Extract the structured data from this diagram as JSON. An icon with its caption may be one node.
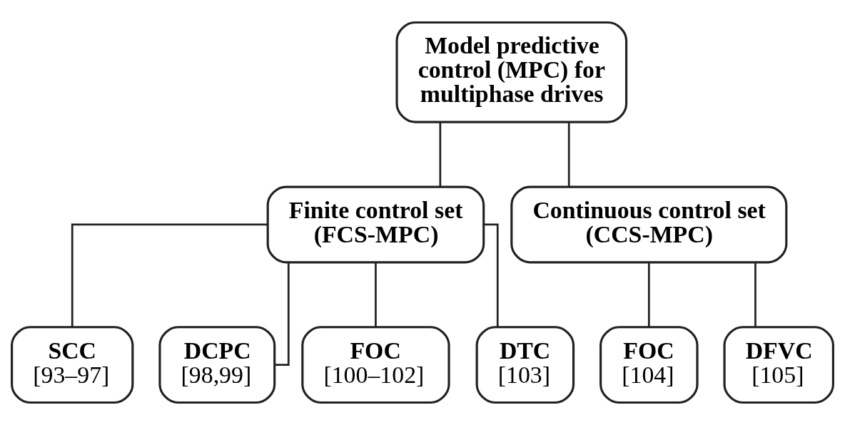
{
  "diagram": {
    "nodes": [
      {
        "text": [
          "Model predictive control (MPC) for multiphase drives"
        ]
      },
      {
        "text": [
          "Finite control set (FCS-MPC)"
        ]
      },
      {
        "text": [
          "Continuous control set (CCS-MPC)"
        ]
      },
      {
        "text": [
          "SCC",
          "[93–97]"
        ]
      },
      {
        "text": [
          "DCPC",
          "[98,99]"
        ]
      },
      {
        "text": [
          "FOC",
          "[100–102]"
        ]
      },
      {
        "text": [
          "DTC",
          "[103]"
        ]
      },
      {
        "text": [
          "FOC",
          "[104]"
        ]
      },
      {
        "text": [
          "DFVC",
          "[105]"
        ]
      }
    ],
    "edges": [
      {
        "from": 0,
        "to": 1,
        "arrow": "none"
      },
      {
        "from": 0,
        "to": 2,
        "arrow": "none"
      },
      {
        "from": 1,
        "to": 3,
        "arrow": "none"
      },
      {
        "from": 1,
        "to": 4,
        "arrow": "none"
      },
      {
        "from": 1,
        "to": 5,
        "arrow": "none"
      },
      {
        "from": 1,
        "to": 6,
        "arrow": "none"
      },
      {
        "from": 2,
        "to": 7,
        "arrow": "none"
      },
      {
        "from": 2,
        "to": 8,
        "arrow": "none"
      }
    ]
  }
}
